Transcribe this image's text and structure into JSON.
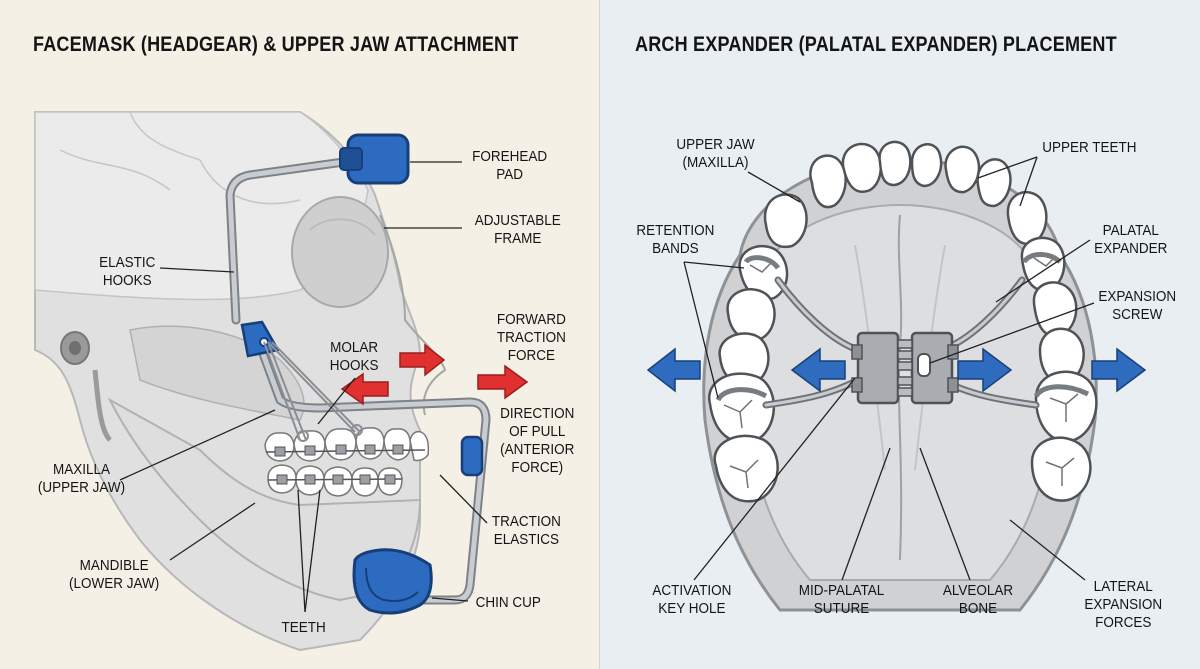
{
  "left": {
    "title": "FACEMASK (HEADGEAR) & UPPER JAW ATTACHMENT",
    "labels": {
      "forehead_pad": [
        "FOREHEAD",
        "PAD"
      ],
      "adjustable_frame": [
        "ADJUSTABLE",
        "FRAME"
      ],
      "elastic_hooks": [
        "ELASTIC",
        "HOOKS"
      ],
      "forward_traction": [
        "FORWARD",
        "TRACTION",
        "FORCE"
      ],
      "molar_hooks": [
        "MOLAR",
        "HOOKS"
      ],
      "direction_of_pull": [
        "DIRECTION",
        "OF PULL",
        "(ANTERIOR",
        "FORCE)"
      ],
      "maxilla": [
        "MAXILLA",
        "(UPPER JAW)"
      ],
      "traction_elastics": [
        "TRACTION",
        "ELASTICS"
      ],
      "mandible": [
        "MANDIBLE",
        "(LOWER JAW)"
      ],
      "chin_cup": [
        "CHIN CUP"
      ],
      "teeth": [
        "TEETH"
      ]
    }
  },
  "right": {
    "title": "ARCH EXPANDER (PALATAL EXPANDER) PLACEMENT",
    "labels": {
      "upper_jaw": [
        "UPPER JAW",
        "(MAXILLA)"
      ],
      "upper_teeth": [
        "UPPER TEETH"
      ],
      "retention_bands": [
        "RETENTION",
        "BANDS"
      ],
      "palatal_expander": [
        "PALATAL",
        "EXPANDER"
      ],
      "expansion_screw": [
        "EXPANSION",
        "SCREW"
      ],
      "activation_key_hole": [
        "ACTIVATION",
        "KEY HOLE"
      ],
      "mid_palatal_suture": [
        "MID-PALATAL",
        "SUTURE"
      ],
      "alveolar_bone": [
        "ALVEOLAR",
        "BONE"
      ],
      "lateral_expansion": [
        "LATERAL",
        "EXPANSION",
        "FORCES"
      ]
    }
  },
  "colors": {
    "appliance_blue": "#2d6bc1",
    "force_red": "#e03030",
    "expansion_blue": "#2f6cc0",
    "bone_gray": "#d9d9d9",
    "metal": "#a9adb2"
  }
}
